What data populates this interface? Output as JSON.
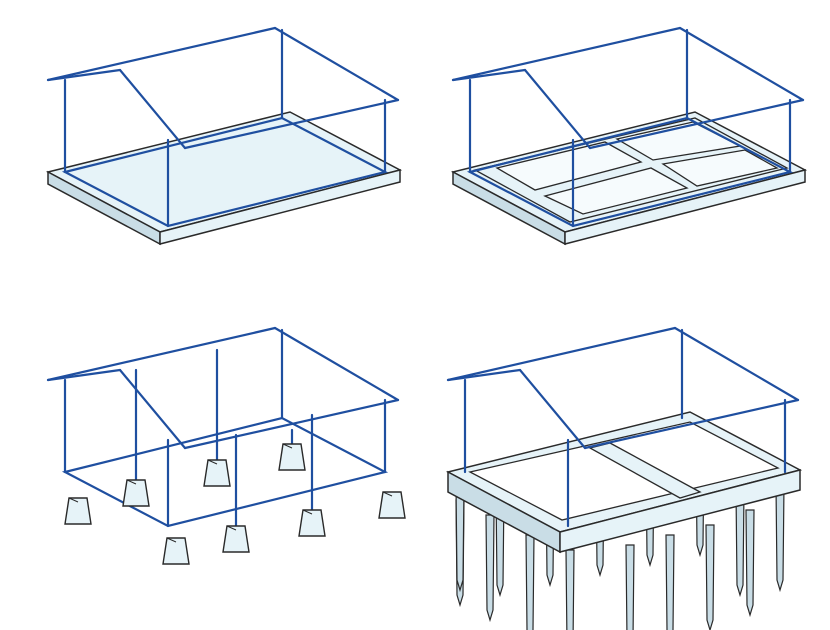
{
  "diagram": {
    "panels": [
      {
        "id": "slab-foundation"
      },
      {
        "id": "ribbed-slab-foundation"
      },
      {
        "id": "pad-footing-foundation"
      },
      {
        "id": "pile-foundation"
      }
    ],
    "colors": {
      "frame": "#1f4fa0",
      "outline": "#2a2a2a",
      "fill": "#e6f3f8",
      "fill_dark": "#c9dde6"
    }
  }
}
